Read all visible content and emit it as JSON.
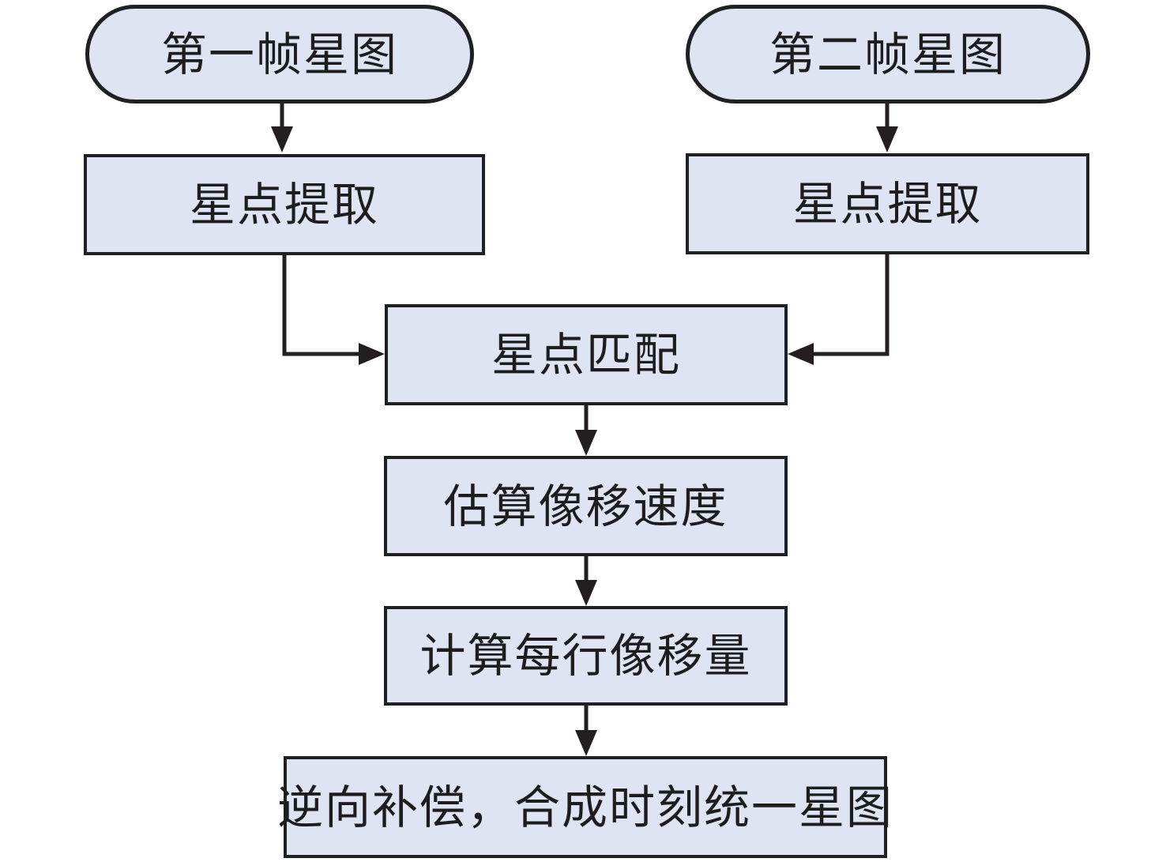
{
  "diagram": {
    "type": "flowchart",
    "language": "zh-CN",
    "colors": {
      "background": "#ffffff",
      "node_fill": "#dfe4f2",
      "node_border": "#1f2023",
      "text": "#1d1d20",
      "arrow": "#231f20"
    },
    "nodes": [
      {
        "id": "frame1",
        "shape": "stadium",
        "label": "第一帧星图"
      },
      {
        "id": "frame2",
        "shape": "stadium",
        "label": "第二帧星图"
      },
      {
        "id": "extract1",
        "shape": "rect",
        "label": "星点提取"
      },
      {
        "id": "extract2",
        "shape": "rect",
        "label": "星点提取"
      },
      {
        "id": "match",
        "shape": "rect",
        "label": "星点匹配"
      },
      {
        "id": "estimate",
        "shape": "rect",
        "label": "估算像移速度"
      },
      {
        "id": "calc",
        "shape": "rect",
        "label": "计算每行像移量"
      },
      {
        "id": "compensate",
        "shape": "rect",
        "label": "逆向补偿，合成时刻统一星图"
      }
    ],
    "edges": [
      {
        "from": "frame1",
        "to": "extract1",
        "style": "straight-down"
      },
      {
        "from": "frame2",
        "to": "extract2",
        "style": "straight-down"
      },
      {
        "from": "extract1",
        "to": "match",
        "style": "elbow-right"
      },
      {
        "from": "extract2",
        "to": "match",
        "style": "elbow-left"
      },
      {
        "from": "match",
        "to": "estimate",
        "style": "straight-down"
      },
      {
        "from": "estimate",
        "to": "calc",
        "style": "straight-down"
      },
      {
        "from": "calc",
        "to": "compensate",
        "style": "straight-down"
      }
    ]
  }
}
